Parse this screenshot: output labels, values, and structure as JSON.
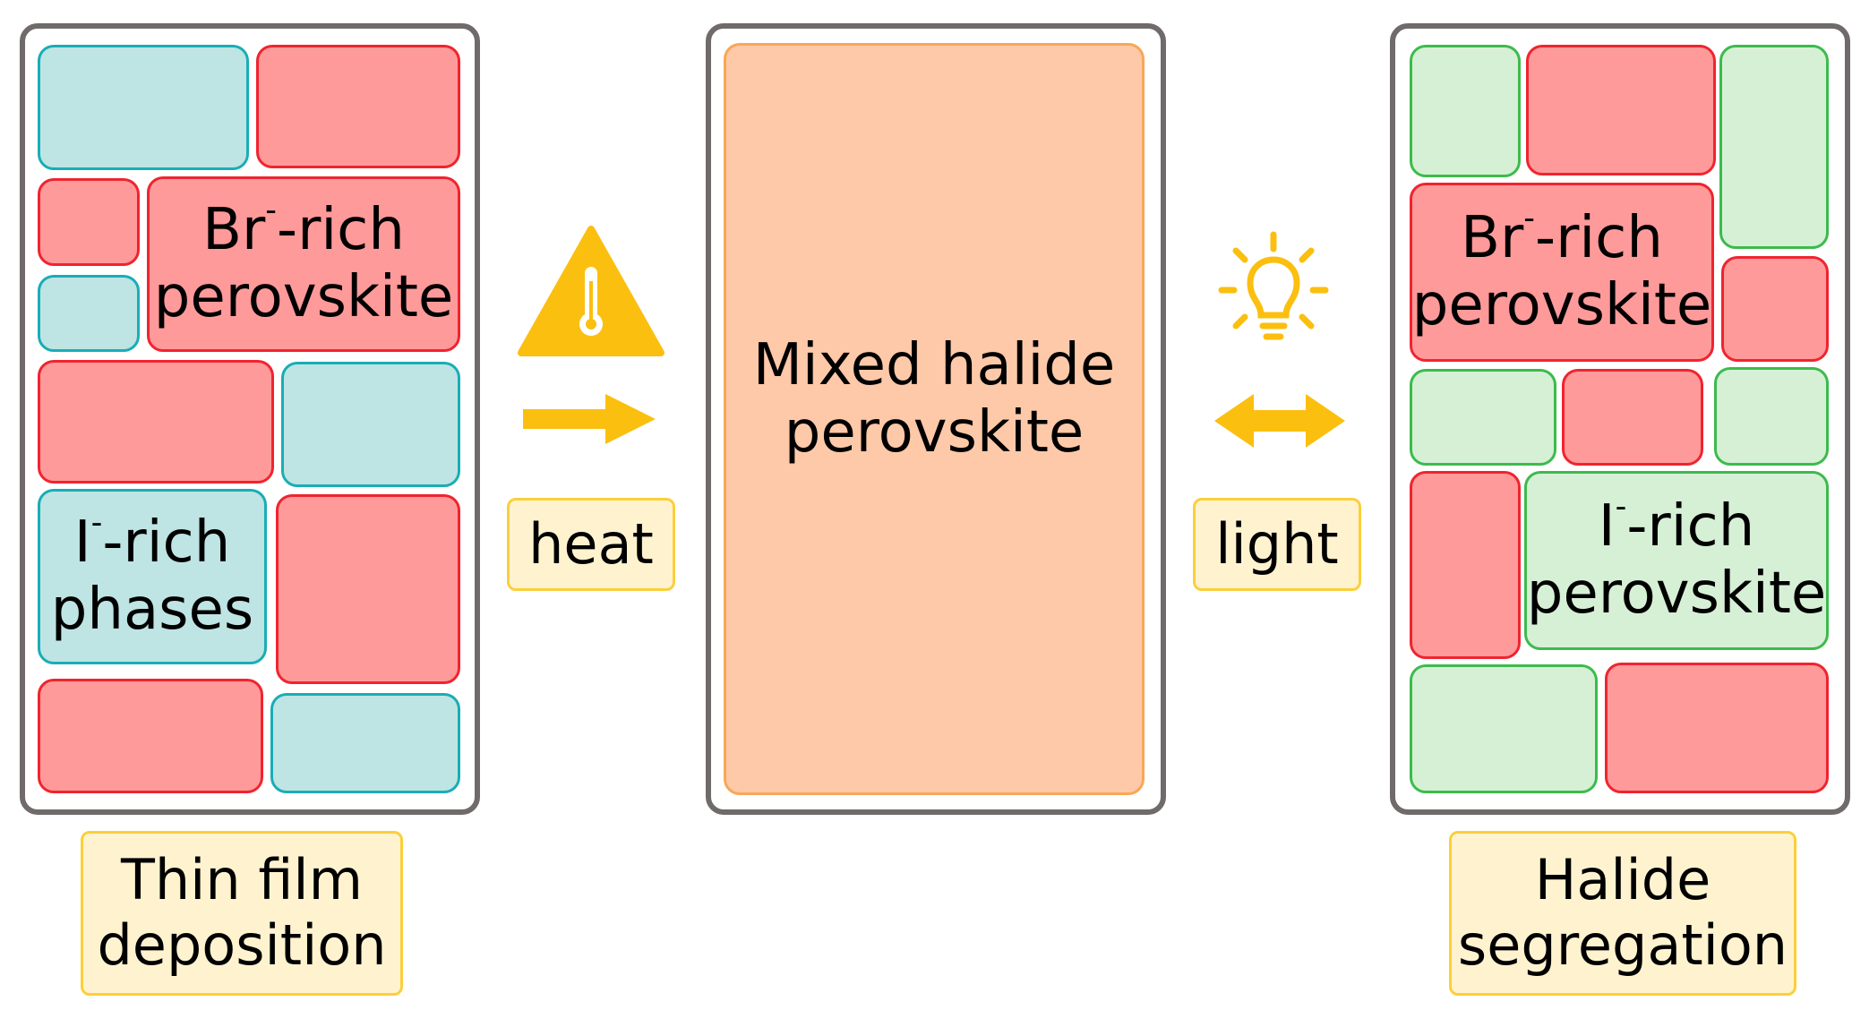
{
  "left_panel": {
    "br_rich": {
      "prefix": "Br",
      "superscript": "-",
      "suffix": "-rich",
      "line2": "perovskite"
    },
    "i_rich": {
      "prefix": "I",
      "superscript": "-",
      "suffix": "-rich",
      "line2": "phases"
    },
    "caption": {
      "line1": "Thin film",
      "line2": "deposition"
    }
  },
  "middle_panel": {
    "line1": "Mixed halide",
    "line2": "perovskite"
  },
  "right_panel": {
    "br_rich": {
      "prefix": "Br",
      "superscript": "-",
      "suffix": "-rich",
      "line2": "perovskite"
    },
    "i_rich": {
      "prefix": "I",
      "superscript": "-",
      "suffix": "-rich",
      "line2": "perovskite"
    },
    "caption": {
      "line1": "Halide",
      "line2": "segregation"
    }
  },
  "transitions": {
    "heat": {
      "label": "heat",
      "icon": "thermometer-warning-icon",
      "arrow": "right-arrow-icon"
    },
    "light": {
      "label": "light",
      "icon": "light-bulb-icon",
      "arrow": "double-arrow-icon"
    }
  },
  "colors": {
    "br_rich_fill": "#fe9a9a",
    "i_rich_fill_left": "#bfe4e4",
    "i_rich_fill_right": "#d6f0d5",
    "mixed_fill": "#fec9a9",
    "accent": "#fbbf0f",
    "frame": "#706a6a"
  }
}
